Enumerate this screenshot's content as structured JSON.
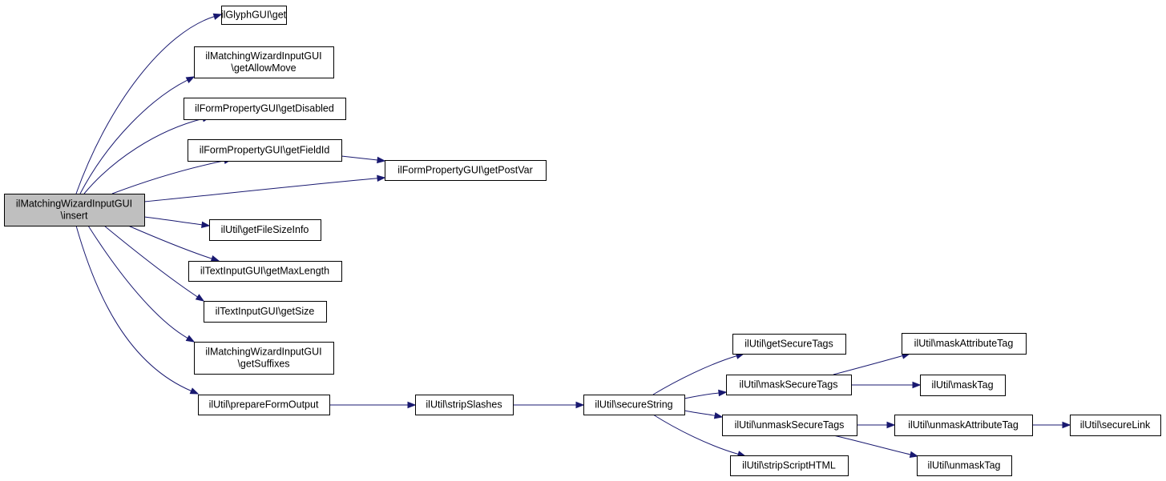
{
  "graph": {
    "root": "insert",
    "nodes": [
      {
        "id": "insert",
        "lines": [
          "ilMatchingWizardInputGUI",
          "\\insert"
        ],
        "highlight": true
      },
      {
        "id": "glyph_get",
        "lines": [
          "ilGlyphGUI\\get"
        ]
      },
      {
        "id": "getAllowMove",
        "lines": [
          "ilMatchingWizardInputGUI",
          "\\getAllowMove"
        ]
      },
      {
        "id": "getDisabled",
        "lines": [
          "ilFormPropertyGUI\\getDisabled"
        ]
      },
      {
        "id": "getFieldId",
        "lines": [
          "ilFormPropertyGUI\\getFieldId"
        ]
      },
      {
        "id": "getPostVar",
        "lines": [
          "ilFormPropertyGUI\\getPostVar"
        ]
      },
      {
        "id": "getFileSizeInfo",
        "lines": [
          "ilUtil\\getFileSizeInfo"
        ]
      },
      {
        "id": "getMaxLength",
        "lines": [
          "ilTextInputGUI\\getMaxLength"
        ]
      },
      {
        "id": "getSize",
        "lines": [
          "ilTextInputGUI\\getSize"
        ]
      },
      {
        "id": "getSuffixes",
        "lines": [
          "ilMatchingWizardInputGUI",
          "\\getSuffixes"
        ]
      },
      {
        "id": "prepareFormOutput",
        "lines": [
          "ilUtil\\prepareFormOutput"
        ]
      },
      {
        "id": "stripSlashes",
        "lines": [
          "ilUtil\\stripSlashes"
        ]
      },
      {
        "id": "secureString",
        "lines": [
          "ilUtil\\secureString"
        ]
      },
      {
        "id": "getSecureTags",
        "lines": [
          "ilUtil\\getSecureTags"
        ]
      },
      {
        "id": "maskSecureTags",
        "lines": [
          "ilUtil\\maskSecureTags"
        ]
      },
      {
        "id": "unmaskSecureTags",
        "lines": [
          "ilUtil\\unmaskSecureTags"
        ]
      },
      {
        "id": "stripScriptHTML",
        "lines": [
          "ilUtil\\stripScriptHTML"
        ]
      },
      {
        "id": "maskAttributeTag",
        "lines": [
          "ilUtil\\maskAttributeTag"
        ]
      },
      {
        "id": "maskTag",
        "lines": [
          "ilUtil\\maskTag"
        ]
      },
      {
        "id": "unmaskAttributeTag",
        "lines": [
          "ilUtil\\unmaskAttributeTag"
        ]
      },
      {
        "id": "unmaskTag",
        "lines": [
          "ilUtil\\unmaskTag"
        ]
      },
      {
        "id": "secureLink",
        "lines": [
          "ilUtil\\secureLink"
        ]
      }
    ],
    "edges": [
      [
        "insert",
        "glyph_get"
      ],
      [
        "insert",
        "getAllowMove"
      ],
      [
        "insert",
        "getDisabled"
      ],
      [
        "insert",
        "getFieldId"
      ],
      [
        "insert",
        "getPostVar"
      ],
      [
        "insert",
        "getFileSizeInfo"
      ],
      [
        "insert",
        "getMaxLength"
      ],
      [
        "insert",
        "getSize"
      ],
      [
        "insert",
        "getSuffixes"
      ],
      [
        "insert",
        "prepareFormOutput"
      ],
      [
        "getFieldId",
        "getPostVar"
      ],
      [
        "prepareFormOutput",
        "stripSlashes"
      ],
      [
        "stripSlashes",
        "secureString"
      ],
      [
        "secureString",
        "getSecureTags"
      ],
      [
        "secureString",
        "maskSecureTags"
      ],
      [
        "secureString",
        "unmaskSecureTags"
      ],
      [
        "secureString",
        "stripScriptHTML"
      ],
      [
        "maskSecureTags",
        "maskAttributeTag"
      ],
      [
        "maskSecureTags",
        "maskTag"
      ],
      [
        "unmaskSecureTags",
        "unmaskAttributeTag"
      ],
      [
        "unmaskSecureTags",
        "unmaskTag"
      ],
      [
        "unmaskAttributeTag",
        "secureLink"
      ]
    ],
    "colors": {
      "edge": "#191970",
      "root_fill": "#bfbfbf",
      "node_fill": "#ffffff",
      "border": "#000000"
    }
  }
}
